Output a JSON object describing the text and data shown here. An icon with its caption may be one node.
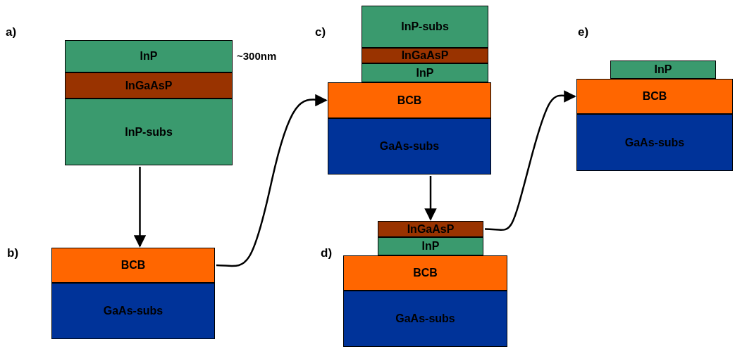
{
  "diagram": {
    "nodes": [
      {
        "text": [
          "InP"
        ],
        "beside": [
          "~300nm"
        ]
      },
      {
        "text": [
          "InGaAsP"
        ]
      },
      {
        "text": [
          "InP-subs"
        ]
      },
      {
        "text": [
          "BCB"
        ]
      },
      {
        "text": [
          "GaAs-subs"
        ]
      },
      {
        "text": [
          "InP-subs"
        ]
      },
      {
        "text": [
          "InGaAsP"
        ]
      },
      {
        "text": [
          "InP"
        ]
      },
      {
        "text": [
          "BCB"
        ]
      },
      {
        "text": [
          "GaAs-subs"
        ]
      },
      {
        "text": [
          "InGaAsP"
        ]
      },
      {
        "text": [
          "InP"
        ]
      },
      {
        "text": [
          "BCB"
        ]
      },
      {
        "text": [
          "GaAs-subs"
        ]
      },
      {
        "text": [
          "InP"
        ]
      },
      {
        "text": [
          "BCB"
        ]
      },
      {
        "text": [
          "GaAs-subs"
        ]
      }
    ],
    "edges": [
      {
        "from": 2,
        "to": 3,
        "arrow": "to"
      },
      {
        "from": 3,
        "to": 8,
        "arrow": "to"
      },
      {
        "from": 9,
        "to": 10,
        "arrow": "to"
      },
      {
        "from": 10,
        "to": 15,
        "arrow": "to"
      }
    ],
    "labels": [
      "a)",
      "c)",
      "e)",
      "b)",
      "d)"
    ]
  }
}
